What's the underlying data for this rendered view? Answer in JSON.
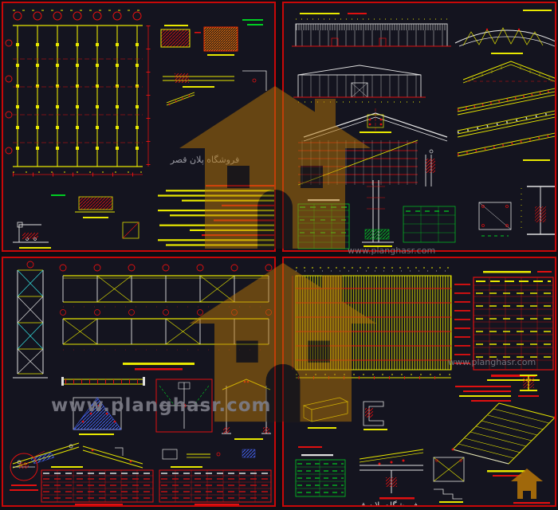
{
  "meta": {
    "description": "CAD sheet montage of steel structure shop drawings, four sheets on dark model space"
  },
  "colors": {
    "background": "#14141f",
    "border_red": "#c80808",
    "line_red": "#e01010",
    "line_yellow": "#e8e800",
    "line_white": "#e0e0e0",
    "line_green": "#00cc22",
    "line_cyan": "#35e0e0",
    "line_blue": "#4868ff",
    "logo_orange": "#b87708",
    "watermark_gray": "#82828c"
  },
  "titles": {
    "store_fa": "فروشگاه پلان قصر"
  },
  "watermark": {
    "url": "www.planghasr.com"
  },
  "sheets": {
    "top_left": {
      "name": "framing-plan-and-notes"
    },
    "top_right": {
      "name": "elevations-and-truss-details"
    },
    "bottom_left": {
      "name": "frames-braces-and-tables"
    },
    "bottom_right": {
      "name": "purlin-plan-and-schedules"
    }
  }
}
